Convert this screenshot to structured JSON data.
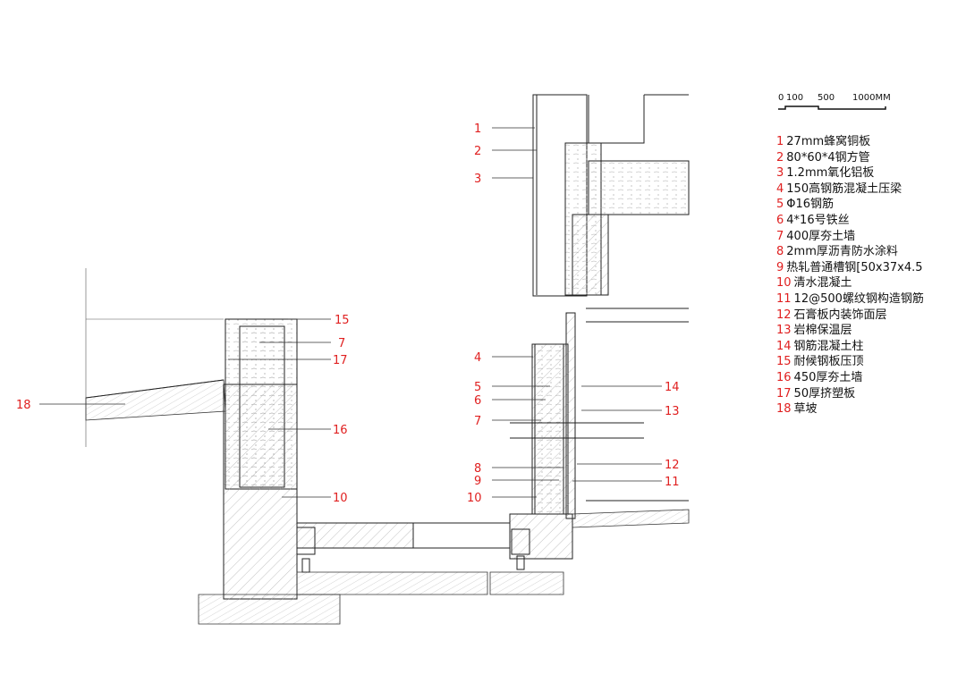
{
  "scale_bar": {
    "ticks": [
      "0",
      "100",
      "500",
      "1000MM"
    ]
  },
  "legend": [
    {
      "num": "1",
      "text": "27mm蜂窝铜板"
    },
    {
      "num": "2",
      "text": "80*60*4钢方管"
    },
    {
      "num": "3",
      "text": "1.2mm氧化铝板"
    },
    {
      "num": "4",
      "text": "150高钢筋混凝土压梁"
    },
    {
      "num": "5",
      "text": "Φ16钢筋"
    },
    {
      "num": "6",
      "text": "4*16号铁丝"
    },
    {
      "num": "7",
      "text": "400厚夯土墙"
    },
    {
      "num": "8",
      "text": "2mm厚沥青防水涂料"
    },
    {
      "num": "9",
      "text": "热轧普通槽钢[50x37x4.5"
    },
    {
      "num": "10",
      "text": "清水混凝土"
    },
    {
      "num": "11",
      "text": "12@500螺纹钢构造钢筋"
    },
    {
      "num": "12",
      "text": "石膏板内装饰面层"
    },
    {
      "num": "13",
      "text": "岩棉保温层"
    },
    {
      "num": "14",
      "text": "钢筋混凝土柱"
    },
    {
      "num": "15",
      "text": "耐候钢板压顶"
    },
    {
      "num": "16",
      "text": "450厚夯土墙"
    },
    {
      "num": "17",
      "text": "50厚挤塑板"
    },
    {
      "num": "18",
      "text": "草坡"
    }
  ],
  "callouts_left": [
    "15",
    "7",
    "17",
    "16",
    "10",
    "18"
  ],
  "callouts_right": [
    "1",
    "2",
    "3",
    "4",
    "5",
    "6",
    "7",
    "8",
    "9",
    "10"
  ],
  "callouts_far_right": [
    "14",
    "13",
    "12",
    "11"
  ],
  "colors": {
    "callout": "#e02020",
    "line": "#222222"
  }
}
